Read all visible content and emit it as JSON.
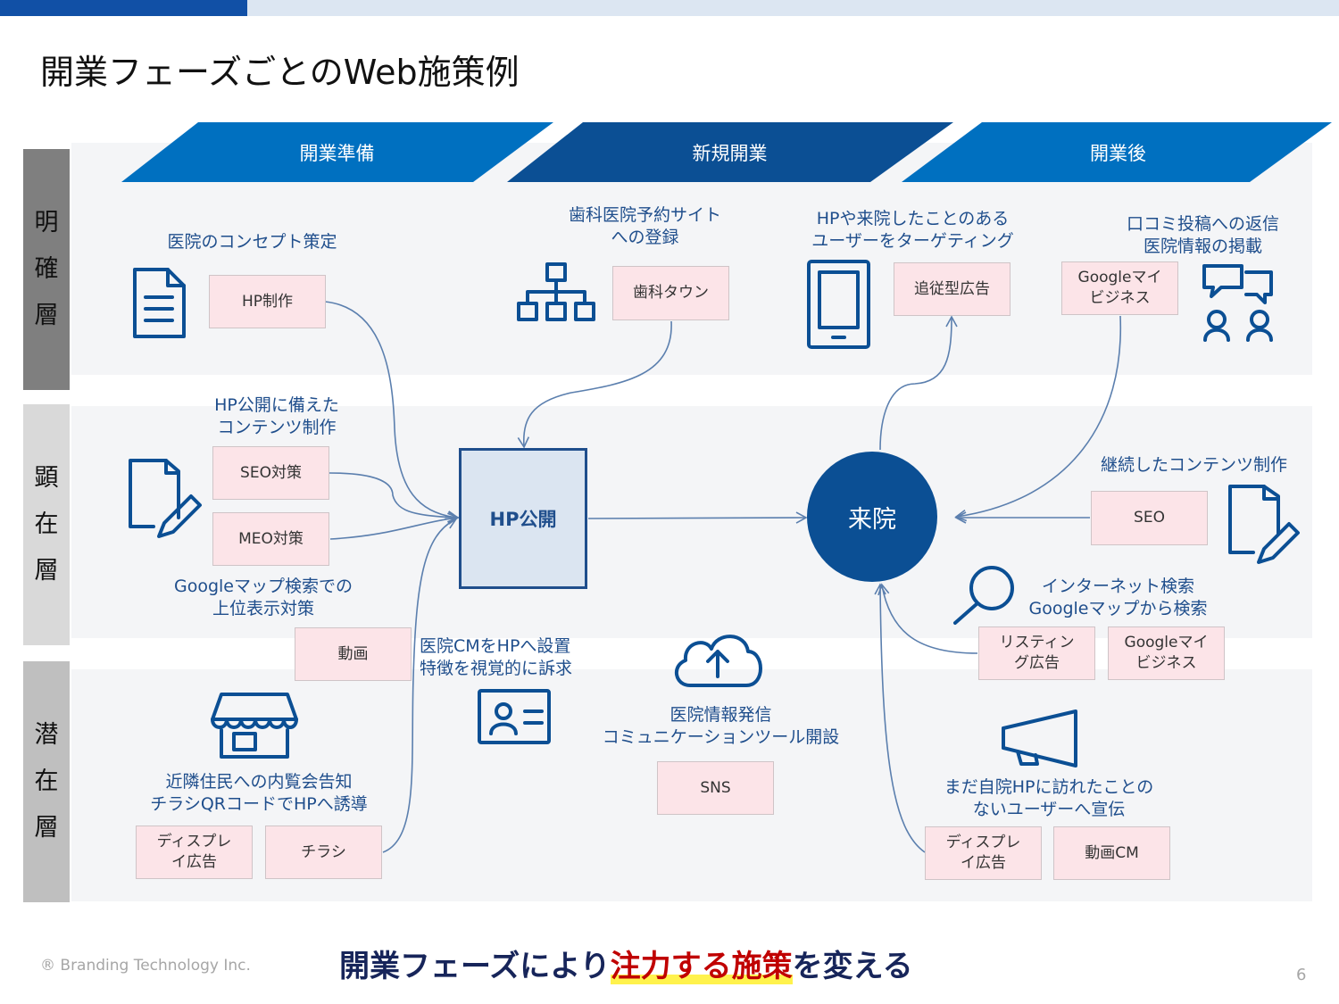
{
  "title": "開業フェーズごとのWeb施策例",
  "phases": [
    "開業準備",
    "新規開業",
    "開業後"
  ],
  "layers": [
    {
      "chars": [
        "明",
        "確",
        "層"
      ]
    },
    {
      "chars": [
        "顕",
        "在",
        "層"
      ]
    },
    {
      "chars": [
        "潜",
        "在",
        "層"
      ]
    }
  ],
  "hp_public": "HP公開",
  "raiin": "来院",
  "labels": {
    "concept": "医院のコンセプト策定",
    "dental_site": "歯科医院予約サイト\nへの登録",
    "targeting": "HPや来院したことのある\nユーザーをターゲティング",
    "review": "口コミ投稿への返信\n医院情報の掲載",
    "hp_content": "HP公開に備えた\nコンテンツ制作",
    "map_search": "Googleマップ検索での\n上位表示対策",
    "cm": "医院CMをHPへ設置\n特徴を視覚的に訴求",
    "sns_info": "医院情報発信\nコミュニケーションツール開設",
    "continued": "継続したコンテンツ制作",
    "internet_search": "インターネット検索\nGoogleマップから検索",
    "neighbors": "近隣住民への内覧会告知\nチラシQRコードでHPへ誘導",
    "not_visited": "まだ自院HPに訪れたことの\nないユーザーへ宣伝"
  },
  "boxes": {
    "hp_make": "HP制作",
    "dental_town": "歯科タウン",
    "retarget": "追従型広告",
    "gmb_top": "Googleマイ\nビジネス",
    "seo_taisaku": "SEO対策",
    "meo_taisaku": "MEO対策",
    "douga": "動画",
    "seo": "SEO",
    "listing": "リスティン\nグ広告",
    "gmb_mid": "Googleマイ\nビジネス",
    "sns": "SNS",
    "display_left": "ディスプレ\nイ広告",
    "flyer": "チラシ",
    "display_right": "ディスプレ\nイ広告",
    "video_cm": "動画CM"
  },
  "icons": {
    "document": "document-icon",
    "sitemap": "sitemap-icon",
    "tablet": "tablet-icon",
    "chat": "chat-people-icon",
    "edit_left": "document-edit-icon",
    "edit_right": "document-edit-icon",
    "search": "magnifier-icon",
    "cloud": "cloud-upload-icon",
    "idcard": "id-card-icon",
    "store": "store-icon",
    "megaphone": "megaphone-icon"
  },
  "footer": {
    "copyright": "® Branding Technology Inc.",
    "message_pre": "開業フェーズにより",
    "message_em": "注力する施策",
    "message_post": "を変える",
    "page": "6"
  },
  "colors": {
    "navy": "#1f4e8c",
    "accent_blue": "#0b4f94",
    "pink_box": "#fce4e8",
    "highlight": "#fff24d",
    "emphasis": "#c00000"
  }
}
